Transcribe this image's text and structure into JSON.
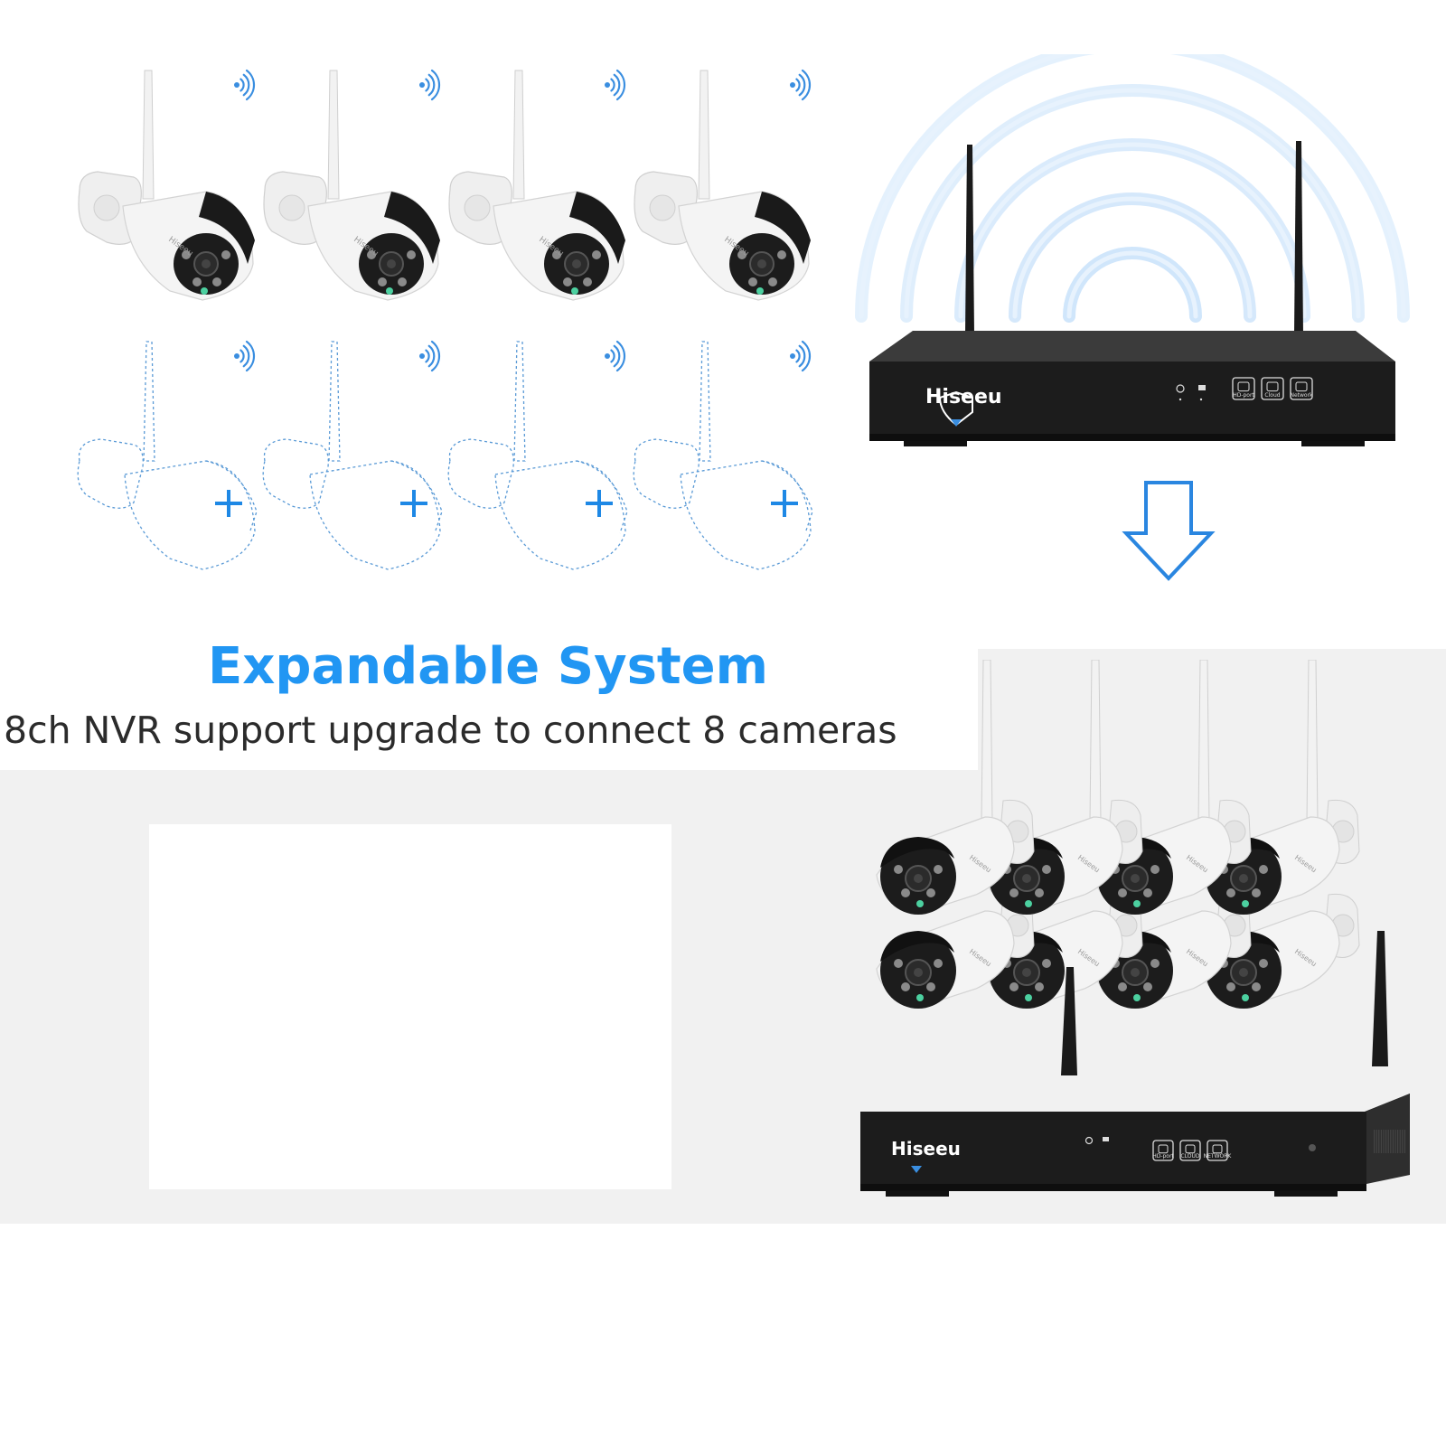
{
  "colors": {
    "accent": "#1e88e5",
    "headline": "#2196f3",
    "signal": "#3a8ee0",
    "nvr_body": "#1c1c1c",
    "camera_body": "#f4f4f4",
    "background_band": "#f1f1f1"
  },
  "headline": "Expandable System",
  "subline": "8ch NVR support upgrade to connect 8 cameras",
  "nvr_top": {
    "brand": "Hiseeu",
    "ports": [
      "HD-port",
      "Cloud",
      "Network"
    ]
  },
  "nvr_bottom": {
    "brand": "Hiseeu",
    "ports": [
      "HD-port",
      "CLOUD",
      "NETWORK"
    ]
  },
  "cameras": {
    "installed_count": 4,
    "placeholder_count": 4,
    "bundle_count": 8,
    "camera_brand": "Hiseeu",
    "add_symbol": "+"
  },
  "icons": [
    "wifi-signal-icon",
    "add-camera-icon",
    "arrow-down-icon",
    "power-icon",
    "record-icon"
  ]
}
